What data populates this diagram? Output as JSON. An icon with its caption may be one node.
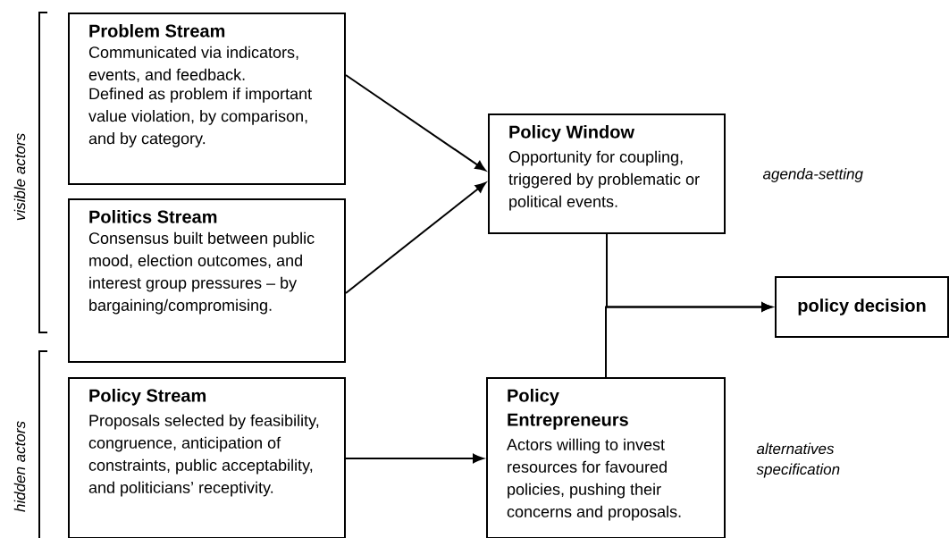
{
  "diagram": {
    "nodes": [
      {
        "text": [
          "Problem Stream",
          "Communicated via indicators, events, and feedback.",
          "Defined as problem if important value violation, by comparison, and by category."
        ]
      },
      {
        "text": [
          "Politics Stream",
          "Consensus built between public mood, election outcomes, and interest group pressures – by bargaining/compromising."
        ]
      },
      {
        "text": [
          "Policy Stream",
          "Proposals selected by feasibility, congruence, anticipation of constraints, public acceptability, and politicians’ receptivity."
        ]
      },
      {
        "text": [
          "Policy Window",
          "Opportunity for coupling, triggered by problematic or political events."
        ]
      },
      {
        "text": [
          "Policy Entrepreneurs",
          "Actors willing to invest resources for favoured policies, pushing their concerns and proposals."
        ]
      },
      {
        "text": [
          "policy decision"
        ]
      }
    ],
    "edges": [
      {
        "from": 0,
        "to": 3,
        "arrow": "to"
      },
      {
        "from": 1,
        "to": 3,
        "arrow": "to"
      },
      {
        "from": 2,
        "to": 4,
        "arrow": "to"
      },
      {
        "from": 3,
        "to": 5,
        "arrow": "to"
      },
      {
        "from": 4,
        "to": 5,
        "arrow": "to"
      }
    ],
    "labels": [
      "visible actors",
      "hidden actors",
      "agenda-setting",
      "alternatives specification"
    ]
  }
}
